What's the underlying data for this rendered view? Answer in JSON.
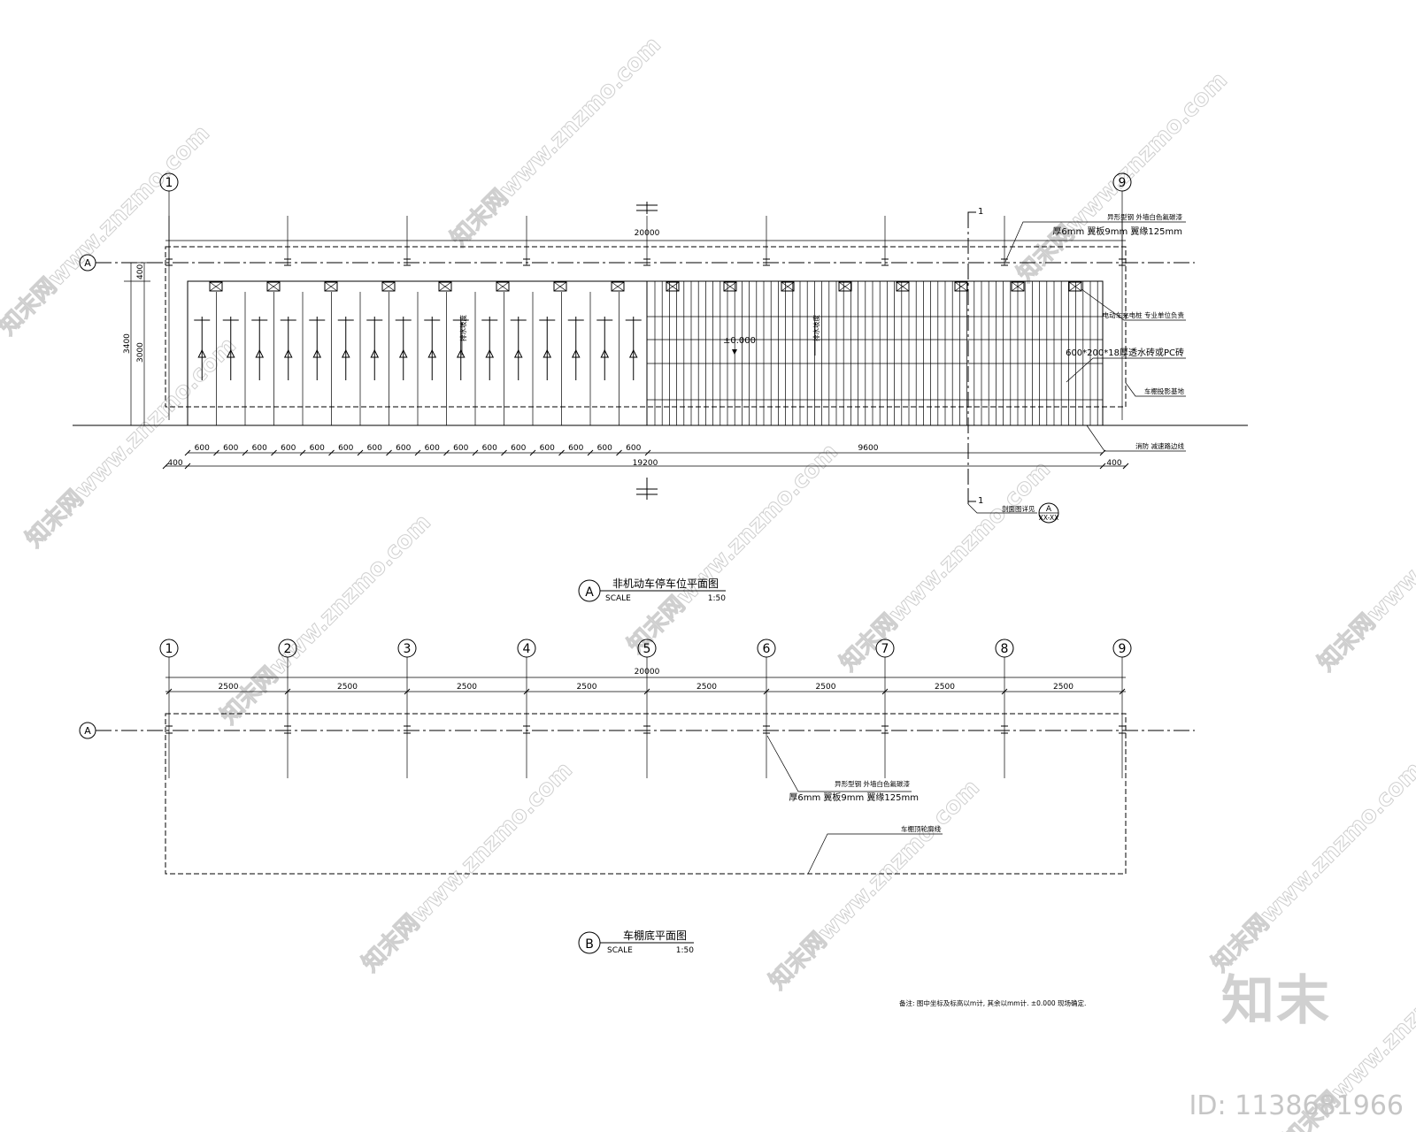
{
  "plan_a": {
    "grid_top_left": "1",
    "grid_top_right": "9",
    "row_label": "A",
    "dim_total": "20000",
    "dim_bottom_total": "19200",
    "dim_side_left": "400",
    "dim_side_right": "400",
    "dim_height_outer": "3400",
    "dim_height_inner": "3000",
    "dim_top_offset": "400",
    "dim_pitch": "600",
    "dim_paved": "9600",
    "elevation": "±0.000",
    "section_mark": "1",
    "note_column_1": "异形型钢 外墙白色氟碳漆",
    "note_column_2": "厚6mm 翼板9mm 翼缘125mm",
    "note_charger": "电动车充电桩 专业单位负责",
    "note_paving": "600*200*18厚透水砖或PC砖",
    "note_roof_edge": "车棚投影基地",
    "note_curb": "消防 减速路边线",
    "note_slope_1": "排水坡度",
    "note_slope_2": "排水坡度",
    "section_ref_text": "剖面图详见",
    "section_ref_symbol": "A",
    "section_ref_sheet": "XX-XX",
    "title": "非机动车停车位平面图",
    "title_symbol": "A",
    "scale_label": "SCALE",
    "scale_value": "1:50"
  },
  "plan_b": {
    "grid_labels": [
      "1",
      "2",
      "3",
      "4",
      "5",
      "6",
      "7",
      "8",
      "9"
    ],
    "row_label": "A",
    "dim_total": "20000",
    "bay_dims": [
      "2500",
      "2500",
      "2500",
      "2500",
      "2500",
      "2500",
      "2500",
      "2500"
    ],
    "note_column_1": "异形型钢 外墙白色氟碳漆",
    "note_column_2": "厚6mm 翼板9mm 翼缘125mm",
    "note_roof": "车棚顶轮廓线",
    "title": "车棚底平面图",
    "title_symbol": "B",
    "scale_label": "SCALE",
    "scale_value": "1:50"
  },
  "footnote": "备注: 图中坐标及标高以m计, 其余以mm计. ±0.000 现场确定.",
  "watermark": "知末网www.znzmo.com",
  "brand": {
    "logo": "知末",
    "id_text": "ID: 1138681966"
  }
}
